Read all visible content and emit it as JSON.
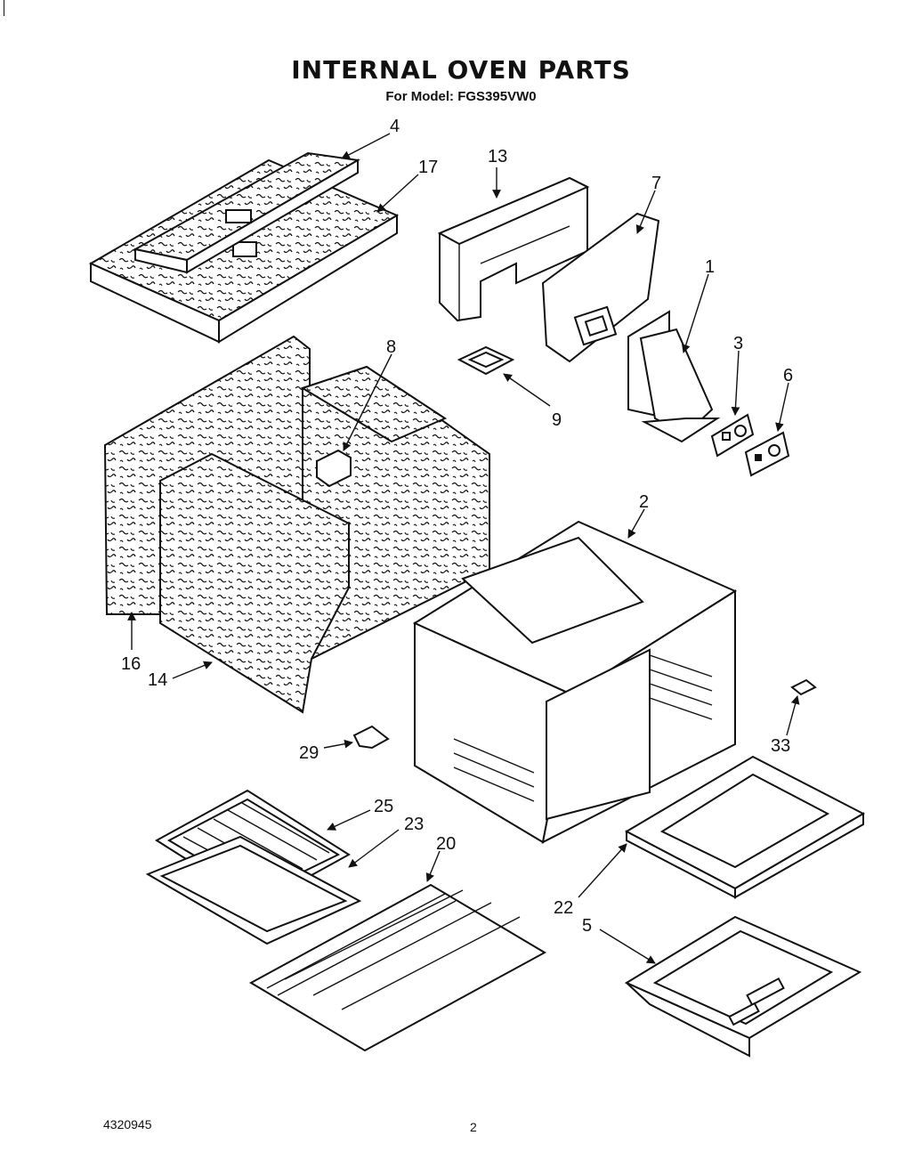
{
  "title": "INTERNAL OVEN PARTS",
  "subtitle": "For Model: FGS395VW0",
  "footer": {
    "doc_number": "4320945",
    "page": "2"
  },
  "callouts": {
    "p1": "1",
    "p2": "2",
    "p3": "3",
    "p4": "4",
    "p5": "5",
    "p6": "6",
    "p7": "7",
    "p8": "8",
    "p9": "9",
    "p13": "13",
    "p14": "14",
    "p16": "16",
    "p17": "17",
    "p20": "20",
    "p22": "22",
    "p23": "23",
    "p25": "25",
    "p29": "29",
    "p33": "33"
  }
}
